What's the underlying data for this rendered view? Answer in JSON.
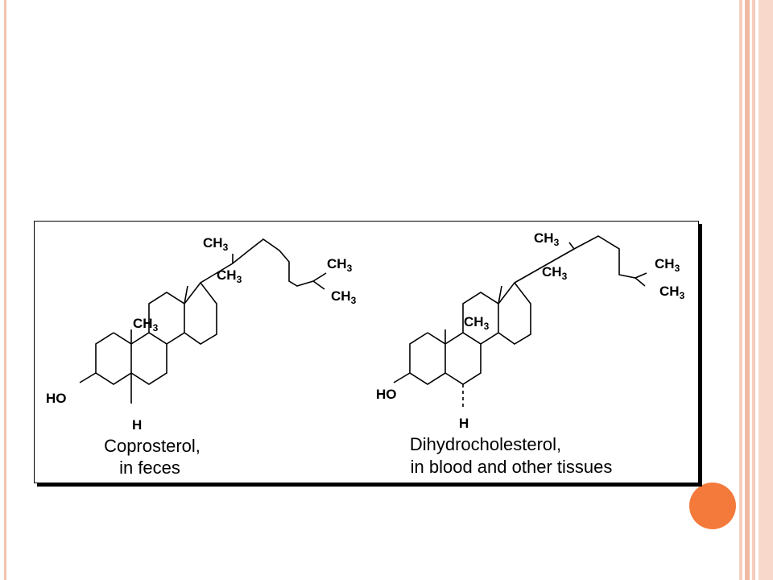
{
  "decor": {
    "accent_color": "#f47a3c",
    "border_color": "#f3c4b0"
  },
  "figure": {
    "left_structure": {
      "labels": {
        "ch3_side": "CH",
        "ch3_side_sub": "3",
        "ch3_right_top": "CH",
        "ch3_right_top_sub": "3",
        "ch3_right_bottom": "CH",
        "ch3_right_bottom_sub": "3",
        "ch3_c18": "CH",
        "ch3_c18_sub": "3",
        "ch3_c19": "CH",
        "ch3_c19_sub": "3",
        "ho": "HO",
        "h": "H"
      },
      "caption_line1": "Coprosterol,",
      "caption_line2": "in feces",
      "h_bond_style": "solid"
    },
    "right_structure": {
      "labels": {
        "ch3_side": "CH",
        "ch3_side_sub": "3",
        "ch3_right_top": "CH",
        "ch3_right_top_sub": "3",
        "ch3_right_bottom": "CH",
        "ch3_right_bottom_sub": "3",
        "ch3_c18": "CH",
        "ch3_c18_sub": "3",
        "ch3_c19": "CH",
        "ch3_c19_sub": "3",
        "ho": "HO",
        "h": "H"
      },
      "caption_line1": "Dihydrocholesterol,",
      "caption_line2": "in blood and other tissues",
      "h_bond_style": "dashed"
    }
  }
}
